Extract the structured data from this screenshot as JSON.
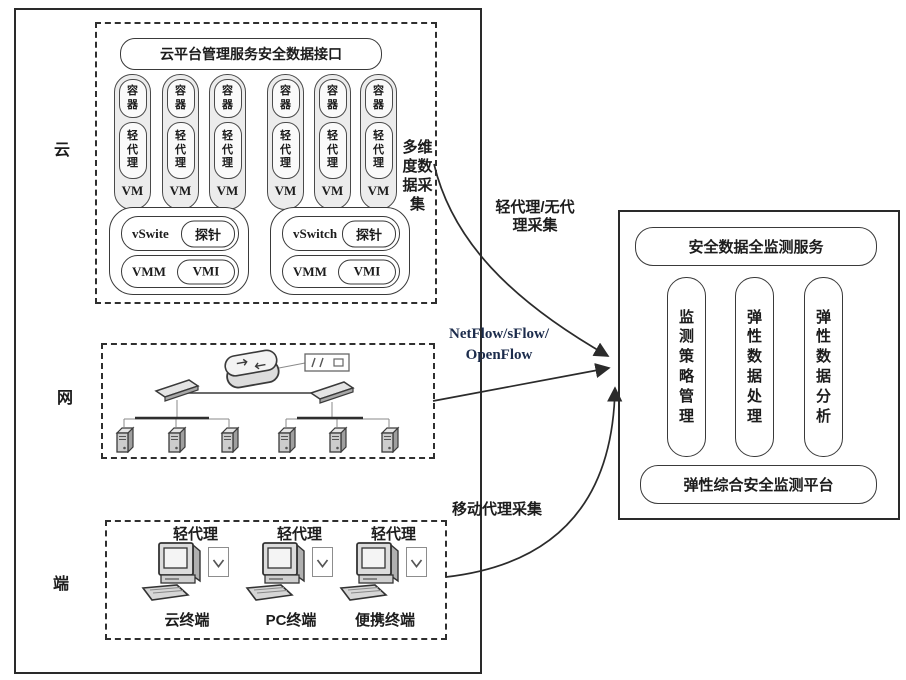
{
  "sections": {
    "cloud": "云",
    "network": "网",
    "terminal": "端"
  },
  "cloud": {
    "interface_title": "云平台管理服务安全数据接口",
    "side_label": "多维度数据采集",
    "vm_units": [
      {
        "container": "容器",
        "agent": "轻代理",
        "vm": "VM"
      },
      {
        "container": "容器",
        "agent": "轻代理",
        "vm": "VM"
      },
      {
        "container": "容器",
        "agent": "轻代理",
        "vm": "VM"
      },
      {
        "container": "容器",
        "agent": "轻代理",
        "vm": "VM"
      },
      {
        "container": "容器",
        "agent": "轻代理",
        "vm": "VM"
      },
      {
        "container": "容器",
        "agent": "轻代理",
        "vm": "VM"
      }
    ],
    "hypervisors": [
      {
        "vswitch": "vSwite",
        "probe": "探针",
        "vmm": "VMM",
        "vmi": "VMI"
      },
      {
        "vswitch": "vSwitch",
        "probe": "探针",
        "vmm": "VMM",
        "vmi": "VMI"
      }
    ]
  },
  "terminals": {
    "items": [
      {
        "agent": "轻代理",
        "name": "云终端"
      },
      {
        "agent": "轻代理",
        "name": "PC终端"
      },
      {
        "agent": "轻代理",
        "name": "便携终端"
      }
    ]
  },
  "arrows": {
    "cloud_label_line1": "轻代理/无代",
    "cloud_label_line2": "理采集",
    "network_label_line1": "NetFlow/sFlow/",
    "network_label_line2": "OpenFlow",
    "terminal_label": "移动代理采集"
  },
  "monitor": {
    "title": "安全数据全监测服务",
    "modules": [
      {
        "label": "监测策略管理"
      },
      {
        "label": "弹性数据处理"
      },
      {
        "label": "弹性数据分析"
      }
    ],
    "platform": "弹性综合安全监测平台"
  },
  "colors": {
    "line": "#2b2b2b",
    "netflow_label": "#1c2c4c",
    "capsule_fill": "#ececec"
  }
}
